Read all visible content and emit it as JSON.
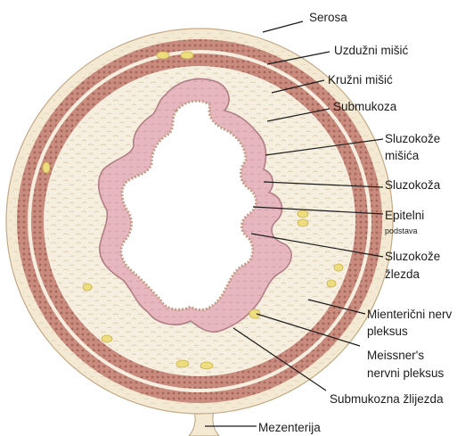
{
  "labels": {
    "serosa": "Serosa",
    "uzduzni_misic": "Uzdužni mišić",
    "kruzni_misic": "Kružni mišić",
    "submukoza": "Submukoza",
    "sluzokoze_misica_1": "Sluzokože",
    "sluzokoze_misica_2": "mišića",
    "sluzokoza": "Sluzokoža",
    "epitelni": "Epitelni",
    "podstava": "podstava",
    "sluzokoze_zlezda_1": "Sluzokože",
    "sluzokoze_zlezda_2": "žlezda",
    "mienteric_1": "Mienterični nerv",
    "mienteric_2": "pleksus",
    "meissner_1": "Meissner's",
    "meissner_2": "nervni pleksus",
    "submukozna": "Submukozna žlijezda",
    "mezenterija": "Mezenterija"
  },
  "colors": {
    "serosa_fill": "#f4ead4",
    "muscle_fill": "#c98b7e",
    "submucosa_fill": "#f6efdf",
    "mucosa_fill": "#e7b7bf",
    "mucosa_edge": "#b27e86",
    "epithelium": "#c49c86",
    "gland_fill": "#c6e5cf",
    "nerve_fill": "#eedd7e",
    "lumen": "#ffffff",
    "leader": "#1b1b1b"
  }
}
